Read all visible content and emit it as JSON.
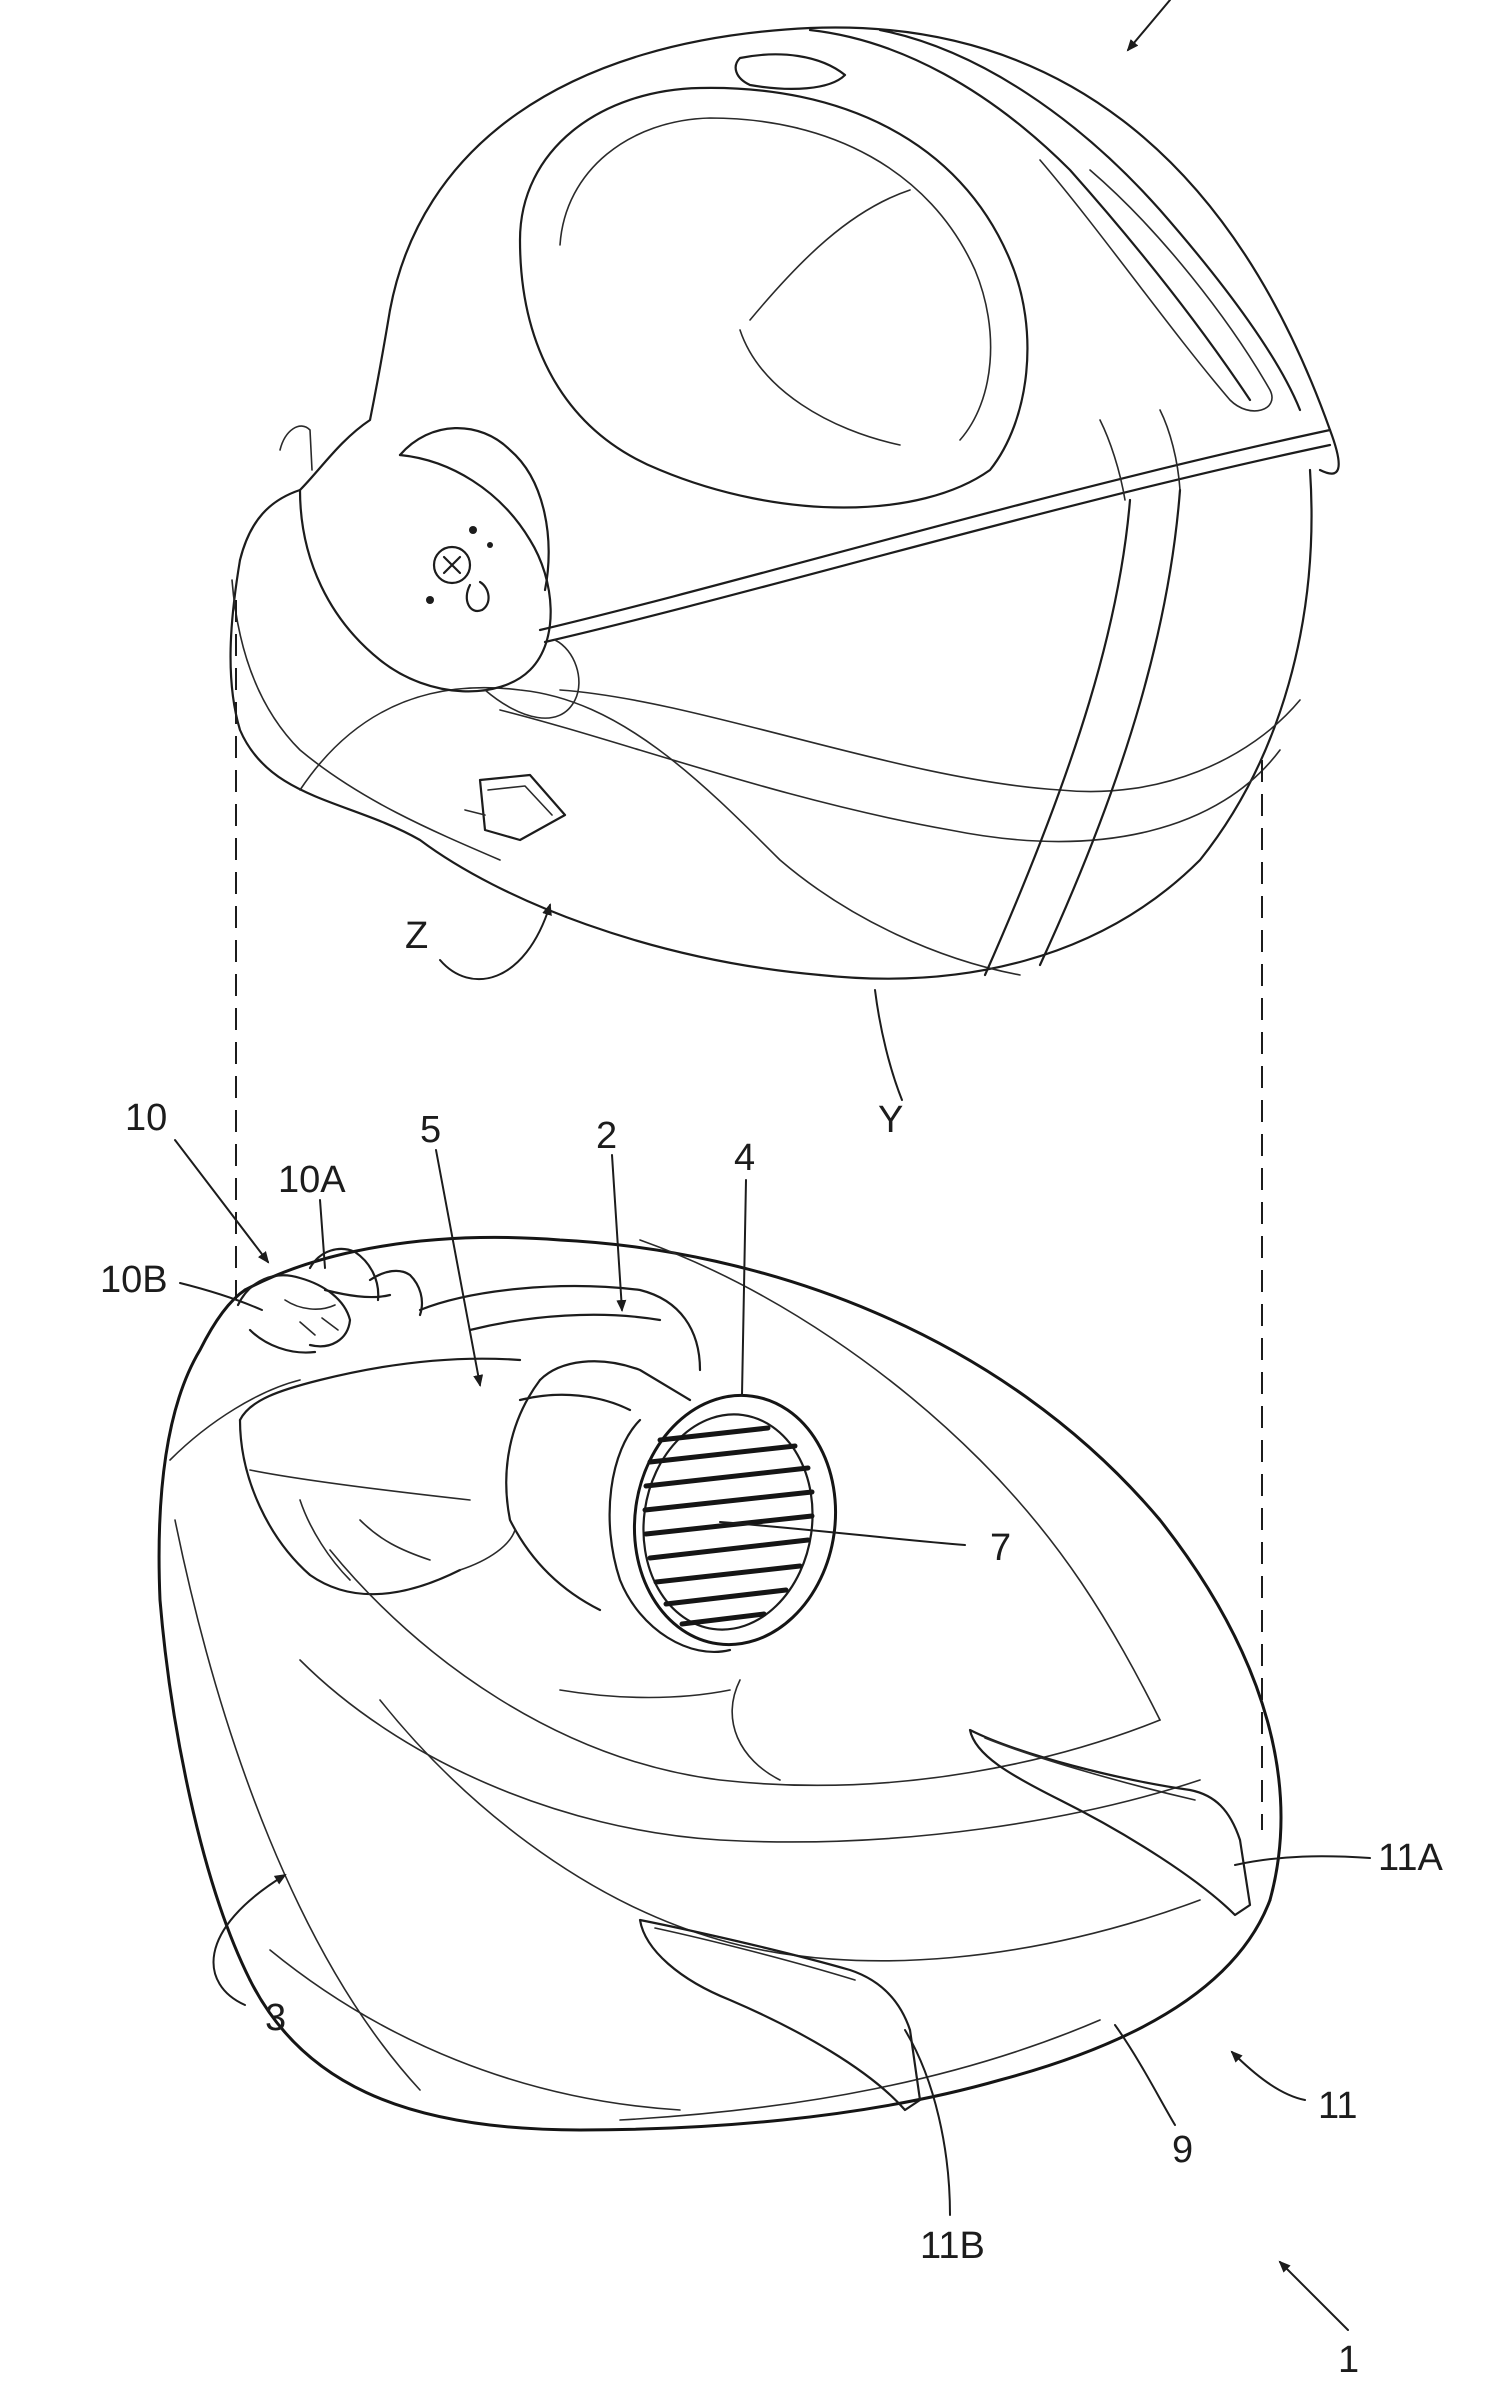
{
  "labels": {
    "l1": "1",
    "l2": "2",
    "l3": "3",
    "l4": "4",
    "l5": "5",
    "l7": "7",
    "l9": "9",
    "l10": "10",
    "l10A": "10A",
    "l10B": "10B",
    "l11": "11",
    "l11A": "11A",
    "l11B": "11B",
    "lY": "Y",
    "lZ": "Z"
  },
  "colors": {
    "ink": "#1c1c1c",
    "paper": "#ffffff"
  }
}
